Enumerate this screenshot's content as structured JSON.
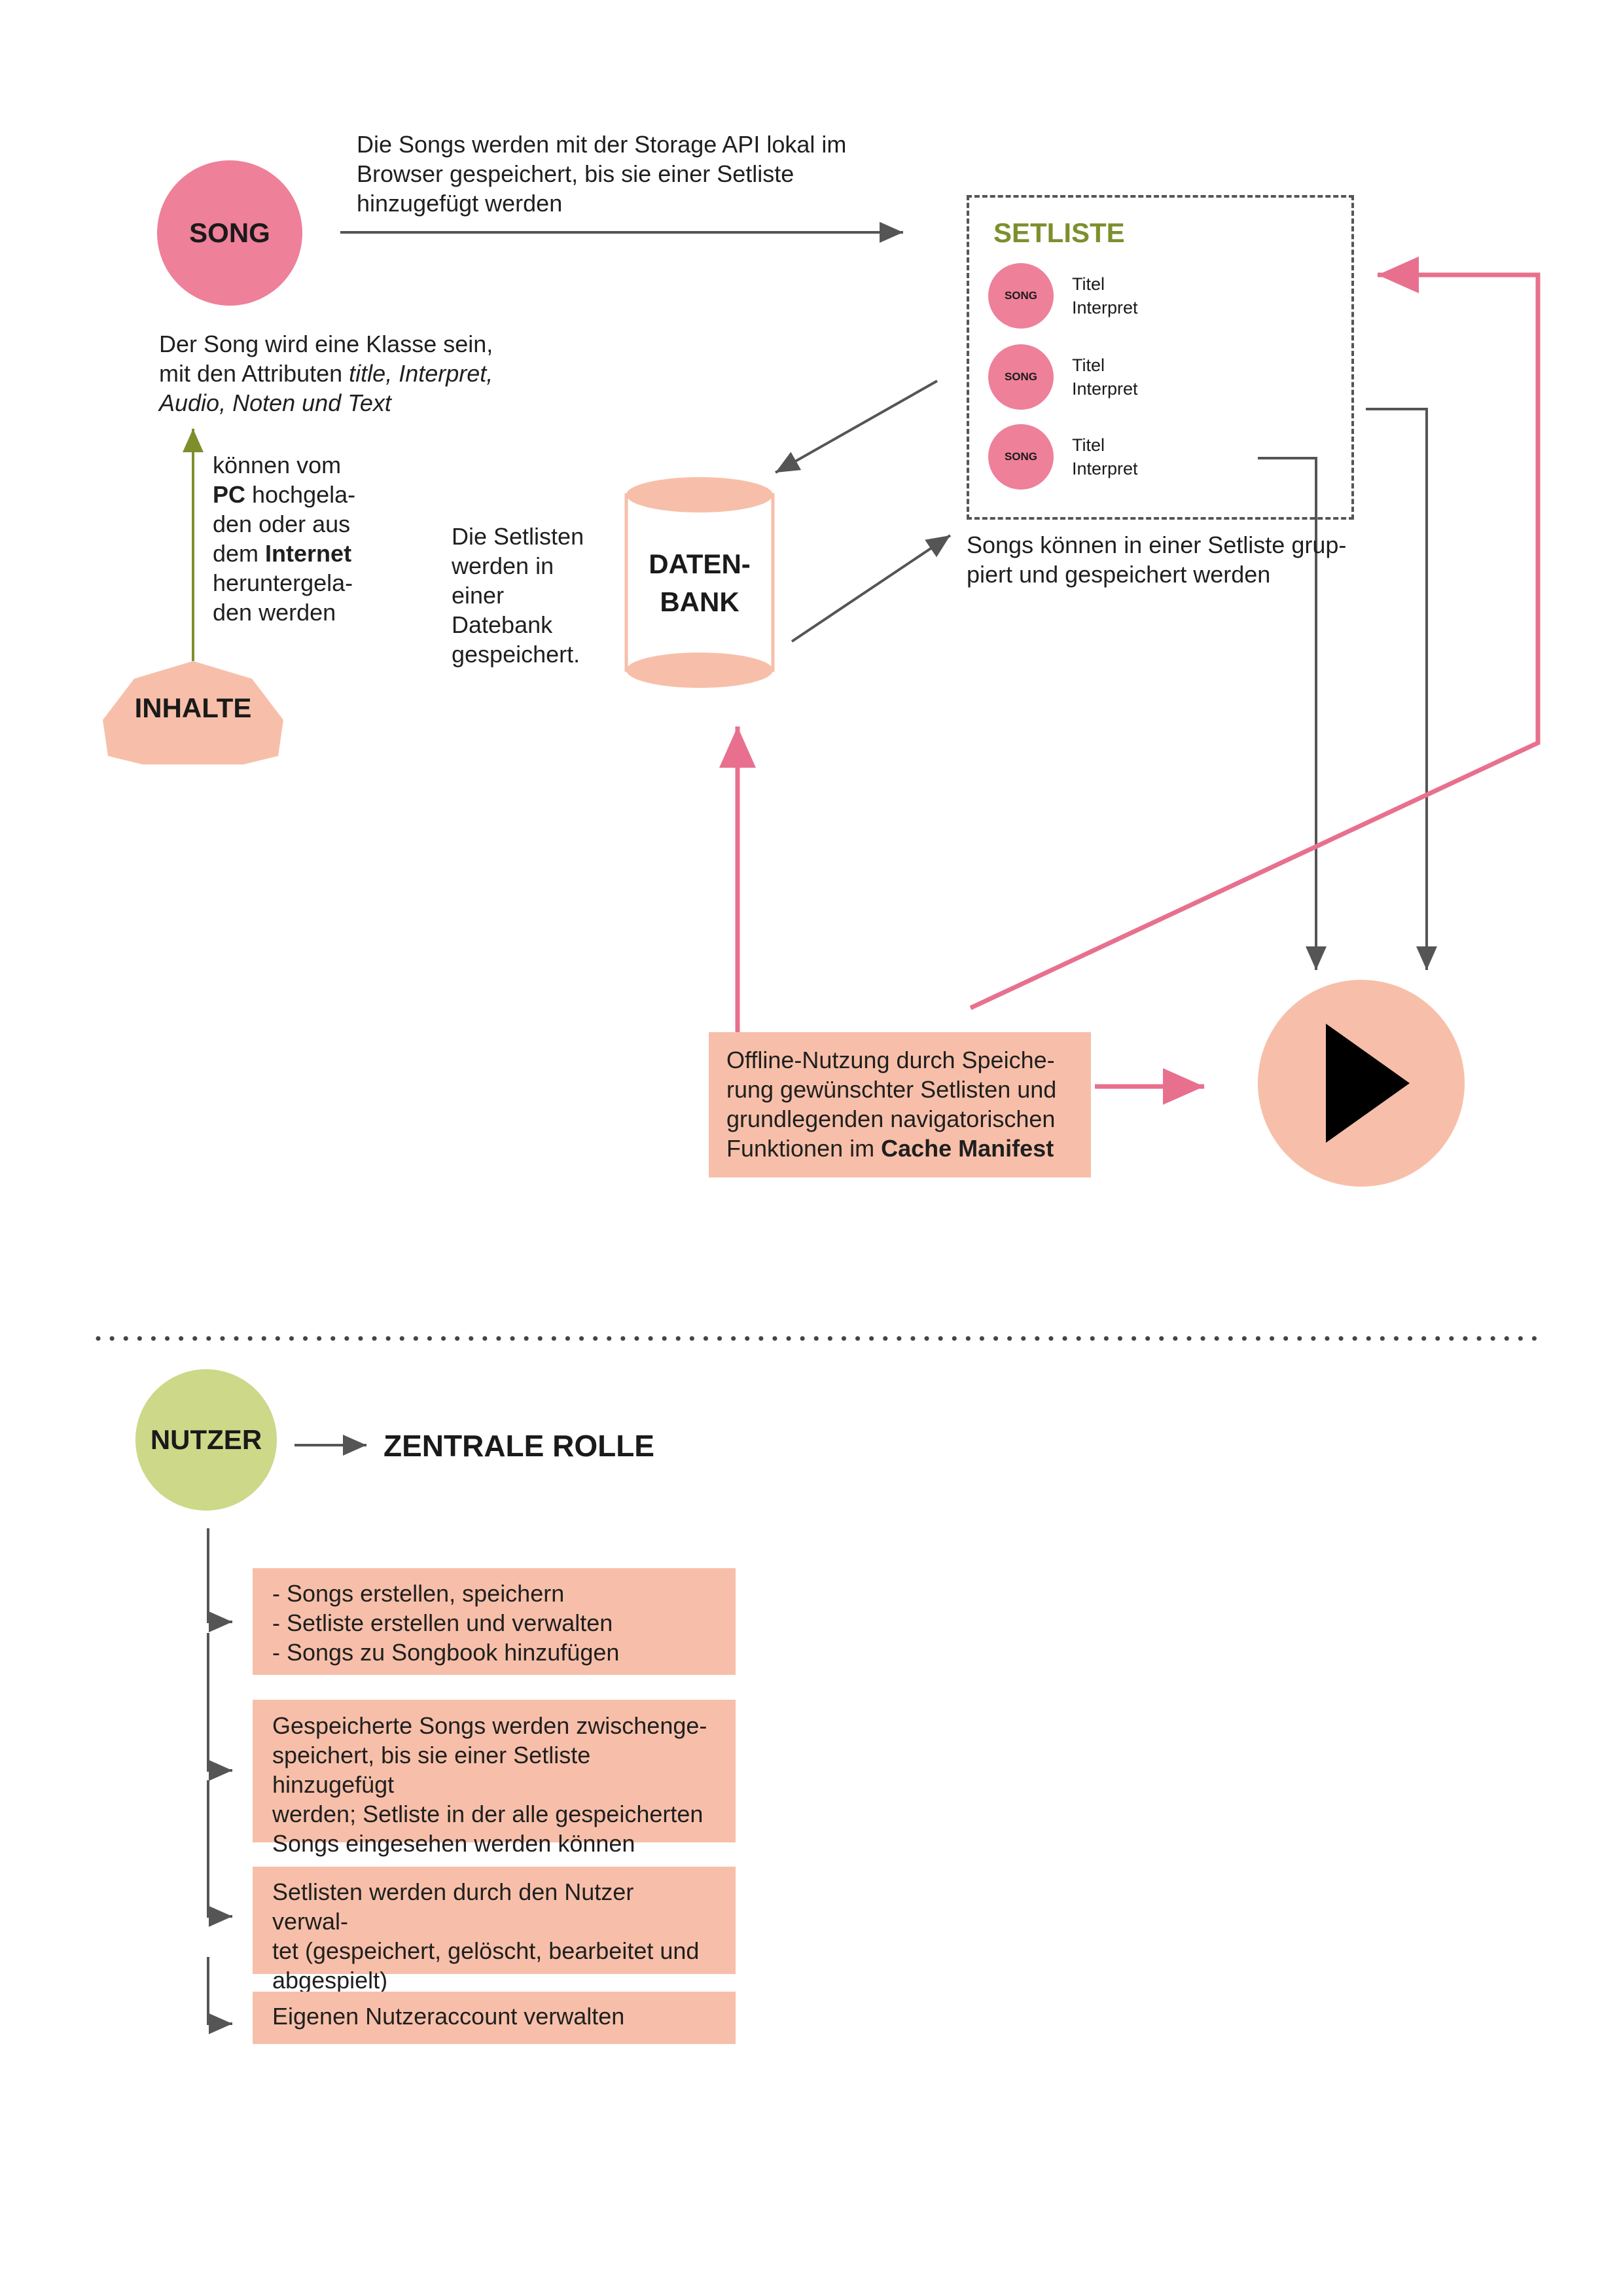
{
  "colors": {
    "pink": "#ee8099",
    "salmon": "#f7bfa9",
    "green_circle": "#cdd888",
    "olive": "#7d8f2d",
    "arrow_gray": "#555555",
    "arrow_pink": "#e8708e",
    "play_black": "#000000"
  },
  "song_node": {
    "label": "SONG",
    "caption_plain": "Der Song wird eine Klasse sein, mit den Attributen ",
    "caption_italic": "title, Interpret, Audio, Noten und Text"
  },
  "storage_note": "Die Songs werden mit der Storage API lokal im Browser gespeichert, bis sie einer Setliste hinzugefügt werden",
  "upload_note": {
    "part1": "können vom ",
    "pc": "PC",
    "part2": " hochgela-den oder aus dem ",
    "internet": "Internet",
    "part3": " heruntergela-den werden"
  },
  "inhalte_node": {
    "label": "INHALTE"
  },
  "setliste": {
    "title": "SETLISTE",
    "items": [
      {
        "badge": "SONG",
        "title": "Titel",
        "artist": "Interpret"
      },
      {
        "badge": "SONG",
        "title": "Titel",
        "artist": "Interpret"
      },
      {
        "badge": "SONG",
        "title": "Titel",
        "artist": "Interpret"
      }
    ],
    "caption": "Songs können in einer Setliste grup-piert und gespeichert werden"
  },
  "datenbank": {
    "label_line1": "DATEN-",
    "label_line2": "BANK",
    "caption": "Die Setlisten werden in einer Datebank gespeichert."
  },
  "offline_box": {
    "text": "Offline-Nutzung durch Speiche-rung gewünschter Setlisten und grundlegenden navigatorischen Funktionen im ",
    "bold": "Cache Manifest"
  },
  "play_node": {
    "icon": "play-icon"
  },
  "nutzer": {
    "label": "NUTZER",
    "role": "ZENTRALE ROLLE",
    "tasks": [
      {
        "lines": [
          "- Songs erstellen, speichern",
          "- Setliste erstellen und verwalten",
          "- Songs zu Songbook hinzufügen"
        ]
      },
      {
        "lines": [
          "Gespeicherte Songs werden zwischenge-",
          "speichert, bis sie einer Setliste hinzugefügt",
          "werden; Setliste in der alle gespeicherten",
          "Songs eingesehen werden können"
        ]
      },
      {
        "lines": [
          "Setlisten werden durch den Nutzer verwal-",
          "tet (gespeichert, gelöscht, bearbeitet und",
          "abgespielt)"
        ]
      },
      {
        "lines": [
          "Eigenen Nutzeraccount verwalten"
        ]
      }
    ]
  }
}
